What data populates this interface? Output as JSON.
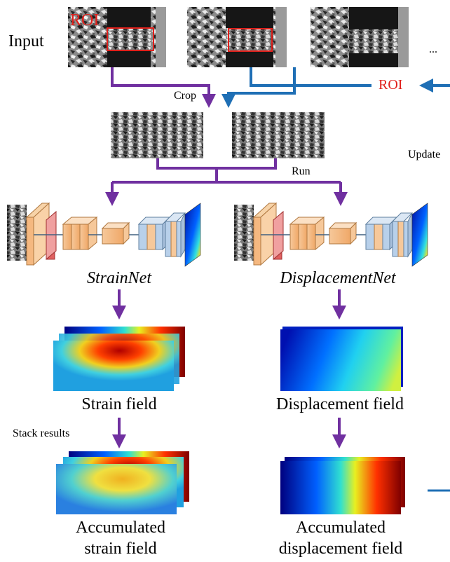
{
  "labels": {
    "input": "Input",
    "roi_tag": "ROI",
    "ellipsis": "...",
    "roi_feedback": "ROI",
    "crop": "Crop",
    "update": "Update",
    "run": "Run",
    "strainnet": "StrainNet",
    "displacementnet": "DisplacementNet",
    "strain_field": "Strain field",
    "displacement_field": "Displacement field",
    "stack_results": "Stack results",
    "acc_strain_line1": "Accumulated",
    "acc_strain_line2": "strain field",
    "acc_disp_line1": "Accumulated",
    "acc_disp_line2": "displacement field"
  },
  "colors": {
    "purple_arrow": "#7030a0",
    "blue_arrow": "#1f6fb5",
    "roi_red": "#e0201b"
  }
}
